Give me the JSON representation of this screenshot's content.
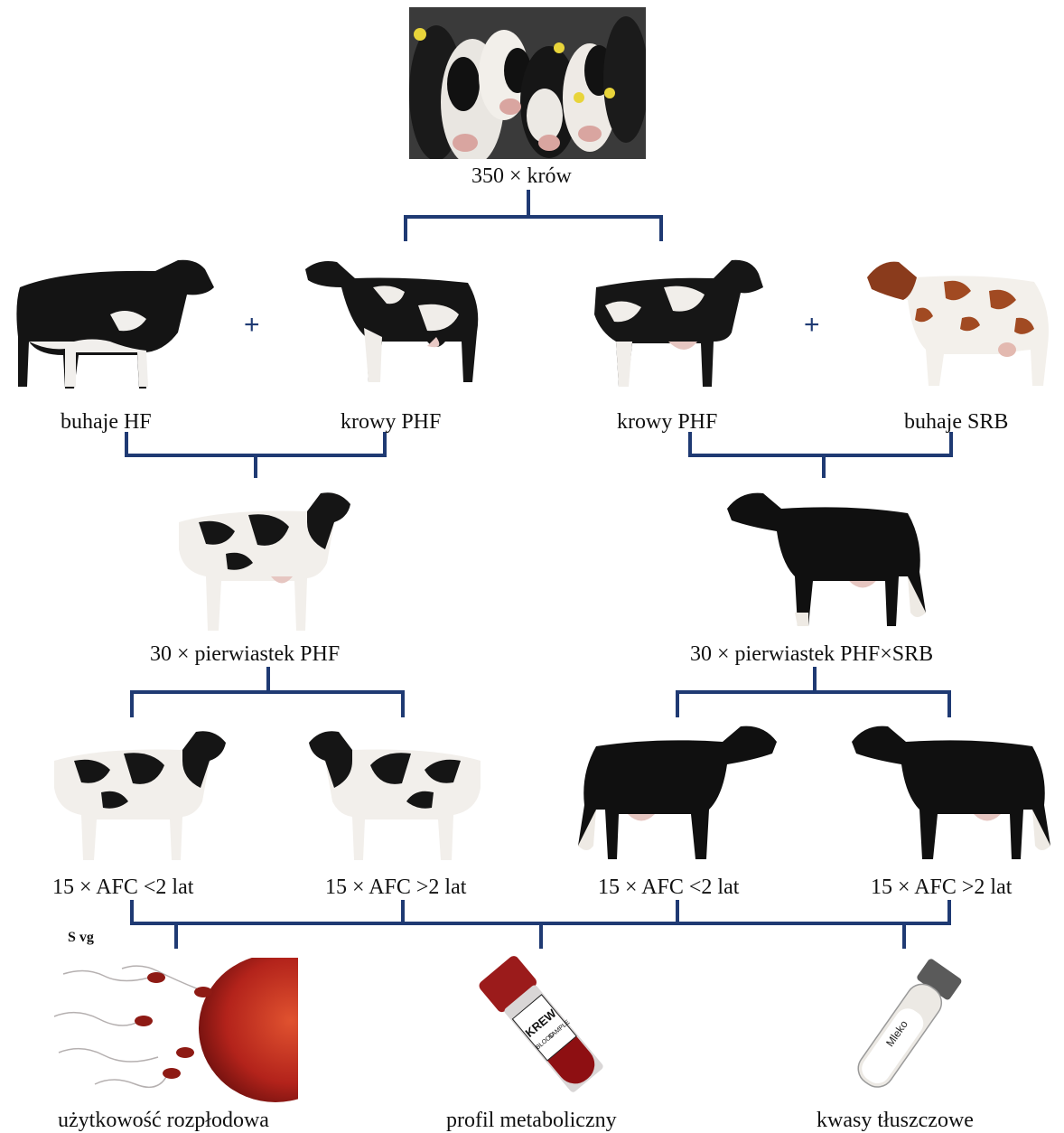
{
  "header": {
    "herd_label": "350 × krów"
  },
  "parents": {
    "left_sire": "buhaje HF",
    "left_dam": "krowy PHF",
    "right_dam": "krowy PHF",
    "right_sire": "buhaje SRB",
    "plus_symbol": "+"
  },
  "groups": {
    "left": "30 × pierwiastek PHF",
    "right": "30 × pierwiastek PHF×SRB"
  },
  "subgroups": [
    {
      "label": "15 × AFC <2 lat"
    },
    {
      "label": "15 × AFC >2 lat"
    },
    {
      "label": "15 × AFC <2 lat"
    },
    {
      "label": "15 × AFC >2 lat"
    }
  ],
  "small_note": "S vg",
  "outcomes": [
    {
      "label": "użytkowość rozpłodowa"
    },
    {
      "label": "profil metaboliczny"
    },
    {
      "label": "kwasy tłuszczowe"
    }
  ],
  "tube_labels": {
    "blood_main": "KREW",
    "blood_sub1": "BLOOD",
    "blood_sub2": "SAMPLE",
    "milk": "Mleko"
  },
  "colors": {
    "connector": "#1f3a73",
    "blood": "#8e0f12",
    "egg": "#b3231b"
  }
}
